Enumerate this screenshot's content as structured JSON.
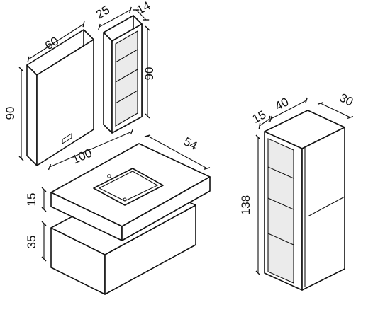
{
  "dimensions": {
    "mirror_width": "60",
    "mirror_height": "90",
    "shelf_width": "25",
    "shelf_depth": "14",
    "shelf_height": "90",
    "vanity_width": "100",
    "vanity_depth": "54",
    "countertop_height": "15",
    "drawer_height": "35",
    "tall_cabinet_side": "15",
    "tall_cabinet_width": "40",
    "tall_cabinet_depth": "30",
    "tall_cabinet_height": "138"
  }
}
